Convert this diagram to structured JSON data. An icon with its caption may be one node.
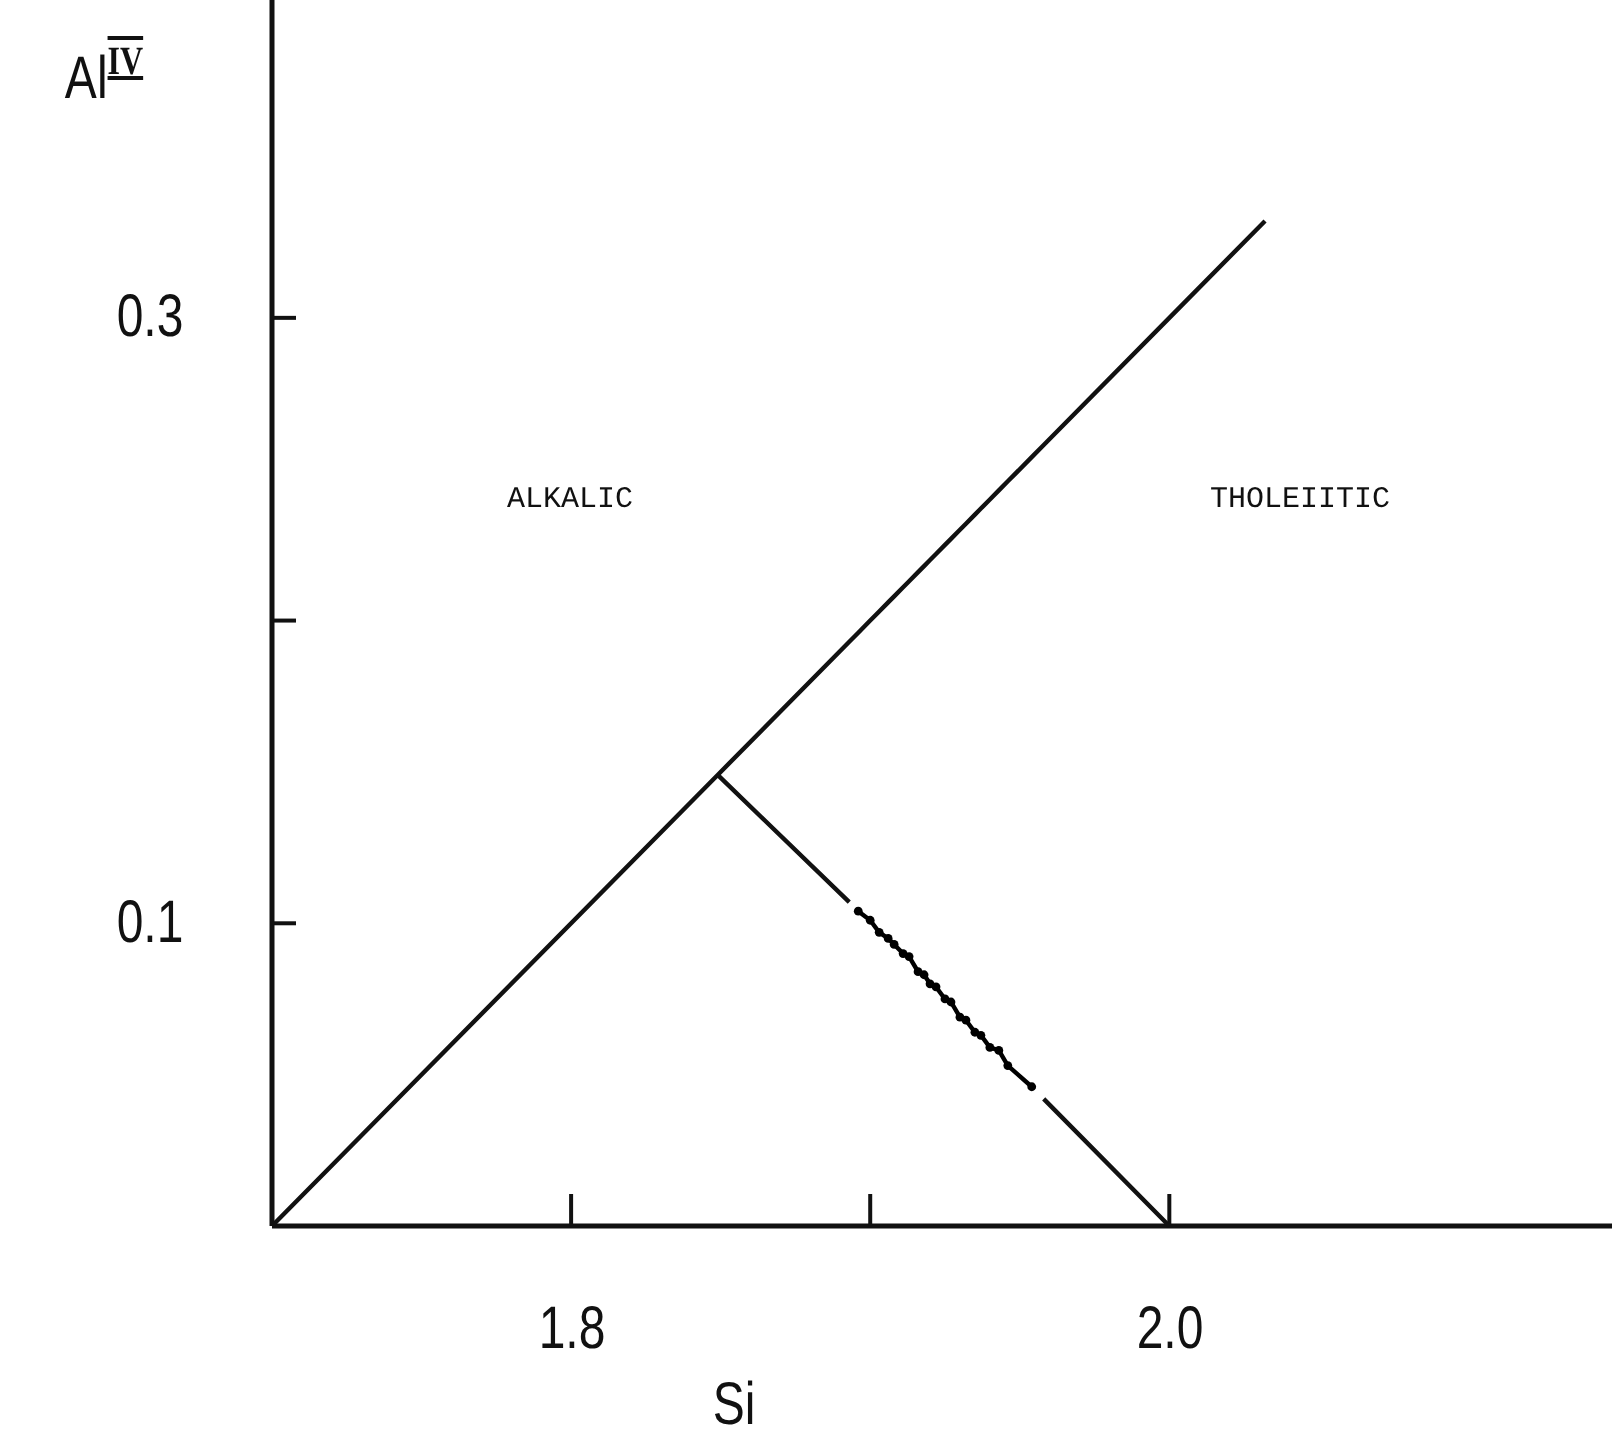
{
  "diagram": {
    "chart_data": {
      "type": "line",
      "xlabel": "Si",
      "ylabel": "Al$^{IV}$",
      "xlim": [
        1.7,
        2.148
      ],
      "ylim": [
        0,
        0.405
      ],
      "xticks": [
        {
          "value": 1.8,
          "label": "1.8"
        },
        {
          "value": 1.9,
          "label": null
        },
        {
          "value": 2.0,
          "label": "2.0"
        }
      ],
      "yticks": [
        {
          "value": 0.1,
          "label": "0.1"
        },
        {
          "value": 0.2,
          "label": null
        },
        {
          "value": 0.3,
          "label": "0.3"
        }
      ],
      "x": [
        1.7,
        1.849,
        1.893,
        1.896,
        1.9,
        1.903,
        1.906,
        1.908,
        1.911,
        1.913,
        1.916,
        1.918,
        1.92,
        1.922,
        1.925,
        1.927,
        1.93,
        1.932,
        1.935,
        1.937,
        1.94,
        1.943,
        1.946,
        1.954,
        1.958,
        2.0,
        2.032
      ],
      "series": [
        {
          "color": "#111111",
          "values": [
            0,
            0.149,
            0.193,
            0.196,
            0.2,
            0.203,
            0.206,
            0.208,
            0.211,
            0.213,
            0.216,
            0.218,
            0.22,
            0.222,
            0.225,
            0.227,
            0.23,
            0.232,
            0.235,
            0.237,
            0.24,
            0.243,
            0.246,
            0.254,
            0.258,
            0.3,
            0.332
          ]
        },
        {
          "color": "#111111",
          "values": [
            null,
            0.149,
            0.107,
            null,
            null,
            null,
            null,
            null,
            null,
            null,
            null,
            null,
            null,
            null,
            null,
            null,
            null,
            null,
            null,
            null,
            null,
            null,
            null,
            null,
            0.042,
            0,
            null
          ]
        },
        {
          "color": "#000000",
          "marker": "dot",
          "values": [
            null,
            null,
            null,
            0.104,
            0.101,
            0.097,
            0.095,
            0.093,
            0.09,
            0.089,
            0.084,
            0.083,
            0.08,
            0.079,
            0.075,
            0.074,
            0.069,
            0.068,
            0.064,
            0.063,
            0.059,
            0.058,
            0.053,
            0.046,
            null,
            null,
            null
          ]
        }
      ],
      "annotations": [
        "ALKALIC",
        "THOLEIITIC"
      ]
    }
  }
}
